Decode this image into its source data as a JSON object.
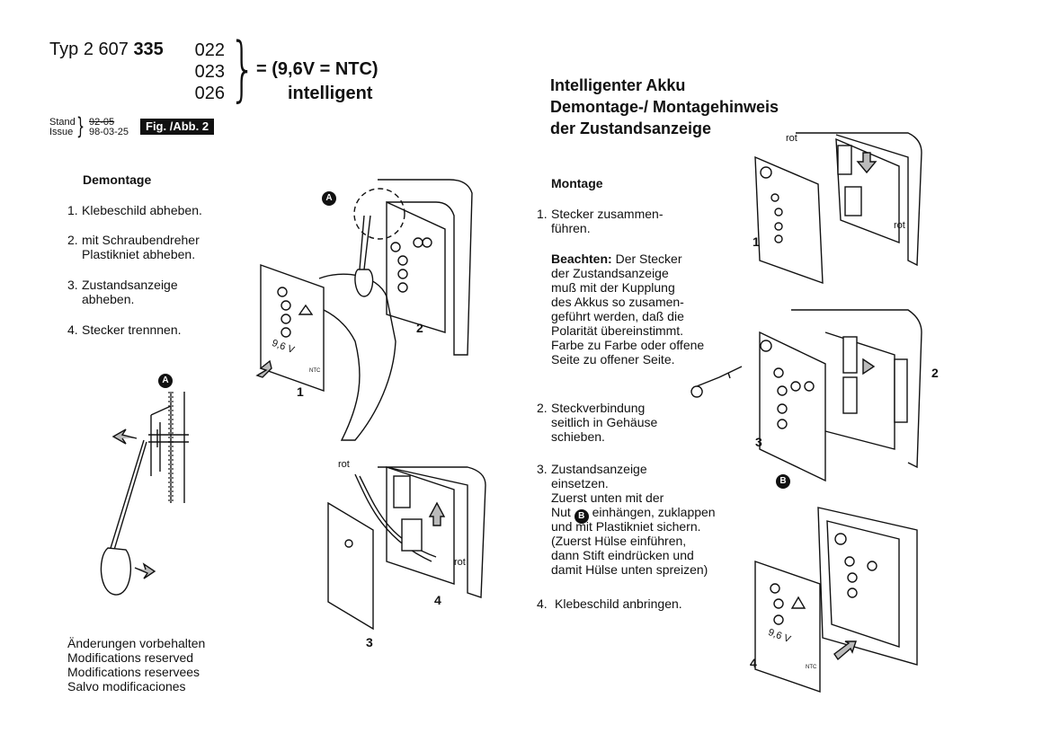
{
  "header": {
    "typ_prefix": "Typ",
    "typ_number_a": "2 607",
    "typ_number_b": "335",
    "codes": [
      "022",
      "023",
      "026"
    ],
    "equation_bold": "= (9,6V = NTC)",
    "intelligent": "intelligent"
  },
  "stand": {
    "labels": [
      "Stand",
      "Issue"
    ],
    "old_date": "92-05",
    "new_date": "98-03-25",
    "fig_tag": "Fig. /Abb. 2"
  },
  "title_right": [
    "Intelligenter Akku",
    "Demontage-/ Montagehinweis",
    "der Zustandsanzeige"
  ],
  "demontage": {
    "heading": "Demontage",
    "steps": [
      {
        "n": "1.",
        "text": "Klebeschild abheben."
      },
      {
        "n": "2.",
        "text": "mit Schraubendreher\nPlastikniet abheben."
      },
      {
        "n": "3.",
        "text": "Zustandsanzeige\nabheben."
      },
      {
        "n": "4.",
        "text": "Stecker trennnen."
      }
    ]
  },
  "montage": {
    "heading": "Montage",
    "step1": {
      "n": "1.",
      "text": "Stecker zusammen-\nführen."
    },
    "note_bold": "Beachten:",
    "note_rest": " Der Stecker",
    "note_lines": "der Zustandsanzeige\nmuß mit der Kupplung\ndes Akkus so zusamen-\ngeführt werden, daß die\nPolarität übereinstimmt.\nFarbe zu Farbe oder offene\nSeite zu offener Seite.",
    "step2": {
      "n": "2.",
      "text": "Steckverbindung\nseitlich in Gehäuse\nschieben."
    },
    "step3": {
      "n": "3.",
      "text": "Zustandsanzeige\neinsetzen.\nZuerst unten mit der"
    },
    "step3_nut_pre": "Nut",
    "step3_nut_post": "einhängen, zuklappen",
    "step3_rest": "und mit Plastikniet sichern.\n(Zuerst Hülse einführen,\ndann Stift eindrücken und\ndamit Hülse unten spreizen)",
    "step4": {
      "n": "4.",
      "text": "Klebeschild anbringen."
    }
  },
  "modifications": [
    "Änderungen vorbehalten",
    "Modifications reserved",
    "Modifications reservees",
    "Salvo modificaciones"
  ],
  "figure_labels": {
    "callout_a": "A",
    "callout_b": "B",
    "rot": "rot",
    "voltage": "9,6 V",
    "ntc": "NTC",
    "left_nums": [
      "1",
      "2",
      "3",
      "4"
    ],
    "right_nums": [
      "1",
      "2",
      "3",
      "4"
    ]
  }
}
